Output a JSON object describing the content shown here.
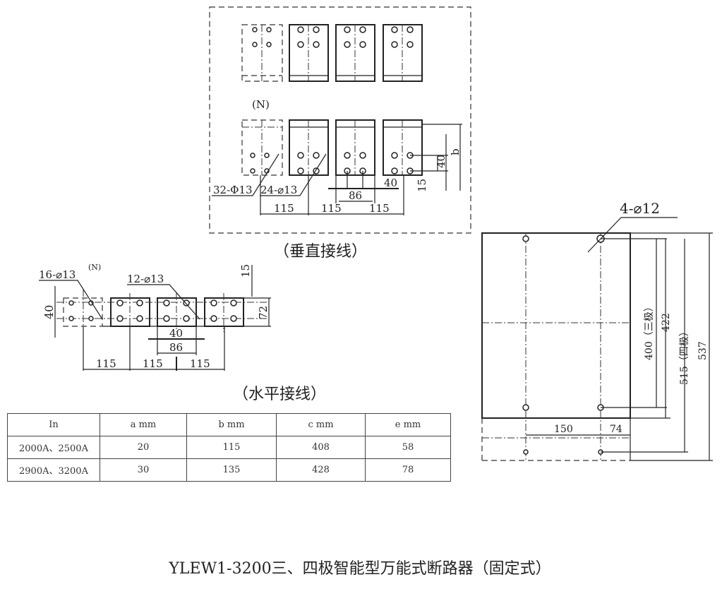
{
  "vertical": {
    "neutral_label": "(N)",
    "hole_note_4pole": "32-Φ13",
    "hole_note_3pole": "24-⌀13",
    "pitch": [
      "115",
      "115",
      "115"
    ],
    "dim_86": "86",
    "dim_40": "40",
    "dim_15": "15",
    "dim_40v": "40",
    "dim_b": "b",
    "caption": "（垂直接线）"
  },
  "horizontal": {
    "hole_note_4pole": "16-⌀13",
    "neutral_label": "(N)",
    "hole_note_3pole": "12-⌀13",
    "dim_15": "15",
    "dim_40_left": "40",
    "dim_72": "72",
    "dim_40": "40",
    "dim_86": "86",
    "pitch": [
      "115",
      "115",
      "115"
    ],
    "caption": "（水平接线）"
  },
  "table": {
    "headers": [
      "In",
      "a mm",
      "b mm",
      "c mm",
      "e mm"
    ],
    "rows": [
      [
        "2000A、2500A",
        "20",
        "115",
        "408",
        "58"
      ],
      [
        "2900A、3200A",
        "30",
        "135",
        "428",
        "78"
      ]
    ]
  },
  "mounting": {
    "hole_note": "4-⌀12",
    "dim_150": "150",
    "dim_74": "74",
    "dim_400": "400（三极）",
    "dim_422": "422",
    "dim_515": "515（四极）",
    "dim_537": "537"
  },
  "title": "YLEW1-3200三、四极智能型万能式断路器（固定式）"
}
